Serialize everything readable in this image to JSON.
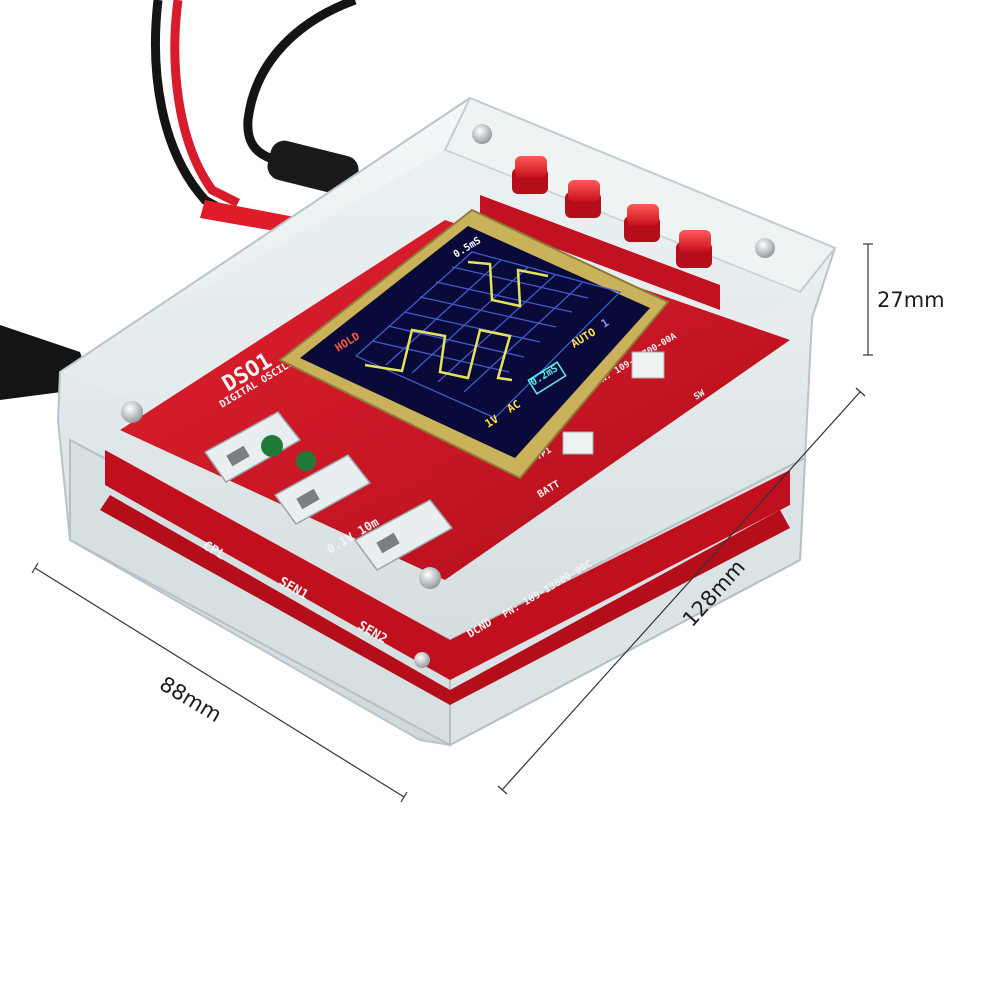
{
  "dimensions": {
    "height": "27mm",
    "length": "128mm",
    "width": "88mm"
  },
  "board": {
    "model": "DSO1",
    "subtitle": "DIGITAL OSCILLO",
    "labels": {
      "cpl": "CPL",
      "sen1": "SEN1",
      "sen2": "SEN2",
      "range": "0.1V 10m",
      "cond": "DCND",
      "pn_main": "PN: 109-13800-00C",
      "pn_screen": "PN: 109-13700-00A",
      "batt": "BATT",
      "tp1": "TP1",
      "sw": "SW"
    }
  },
  "screen": {
    "hold": "HOLD",
    "timebase": "0.5mS",
    "mode": "AUTO",
    "trigger_mark": "1",
    "volts": "1V",
    "coupling": "AC",
    "time_div": "0.2mS"
  },
  "colors": {
    "pcb": "#d01322",
    "pcb_dark": "#9a0c16",
    "screen_bg": "#0a0a3a",
    "grid": "#3f5ccc",
    "trace": "#e6e35a",
    "case": "#dfe7ea"
  },
  "icons": {
    "screw": "screw-icon",
    "button": "red-push-button",
    "connector": "bnc-connector"
  }
}
